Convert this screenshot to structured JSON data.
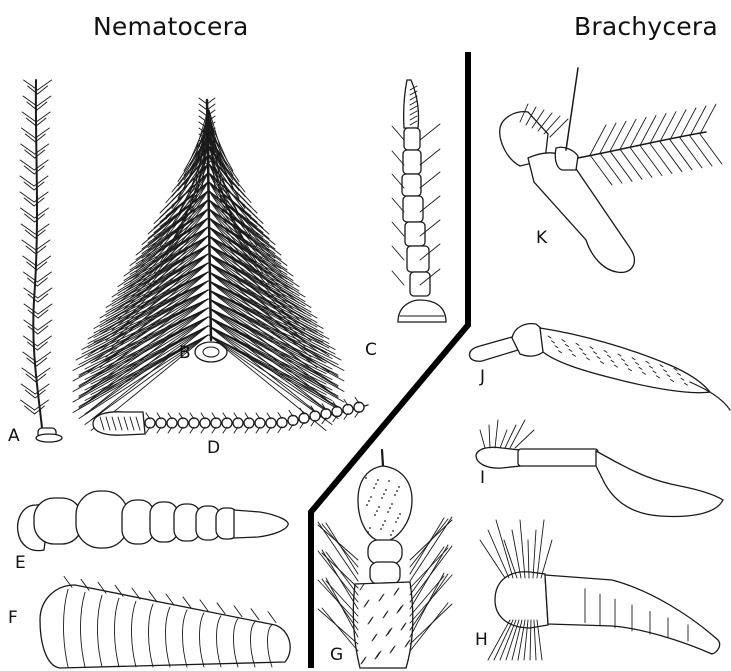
{
  "headings": {
    "left": "Nematocera",
    "right": "Brachycera"
  },
  "figure_labels": {
    "A": "A",
    "B": "B",
    "C": "C",
    "D": "D",
    "E": "E",
    "F": "F",
    "G": "G",
    "H": "H",
    "I": "I",
    "J": "J",
    "K": "K"
  },
  "colors": {
    "ink": "#1a1a1a",
    "divider": "#000000",
    "background": "#ffffff"
  }
}
